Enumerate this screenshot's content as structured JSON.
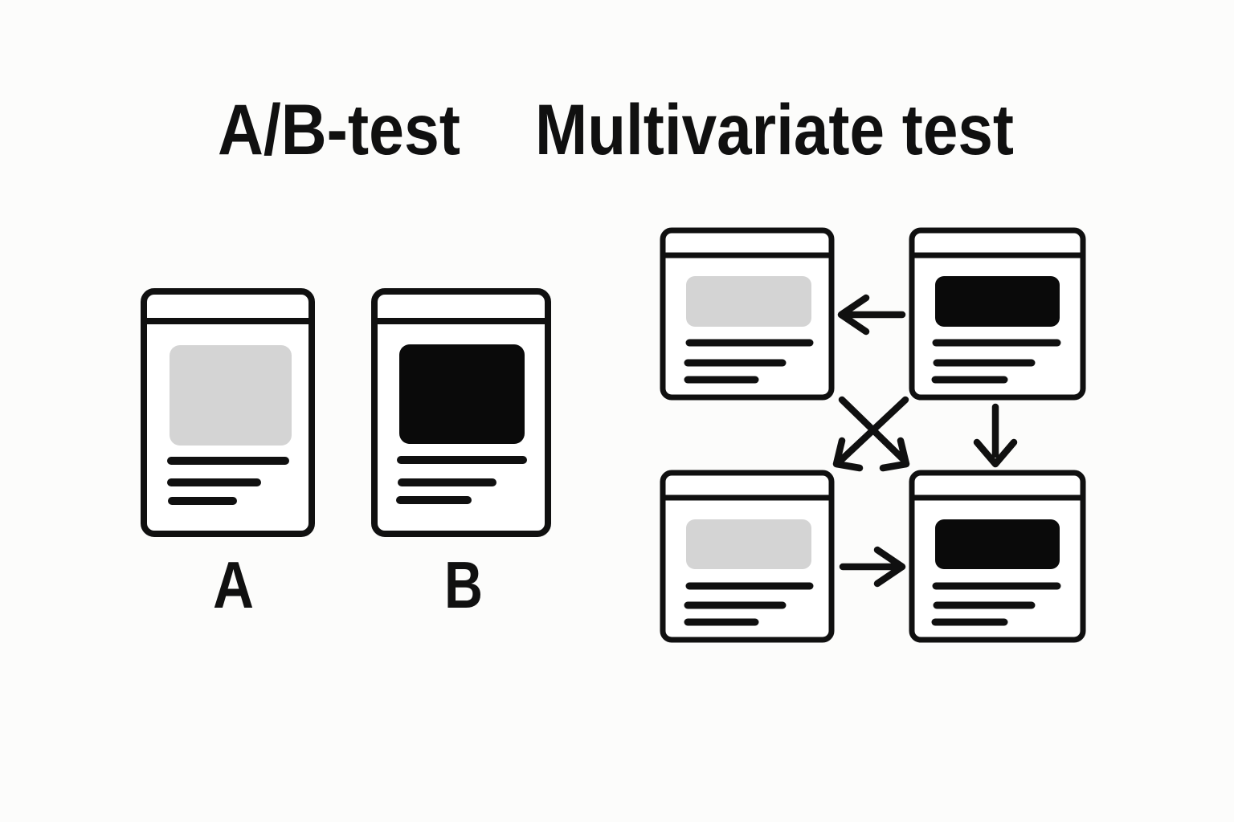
{
  "colors": {
    "background": "#fcfcfb",
    "ink": "#101010",
    "card_fill": "#ffffff",
    "hero_gray": "#d4d4d4",
    "hero_black": "#0a0a0a"
  },
  "ab_section": {
    "title": "A/B-test",
    "variants": [
      {
        "label": "A",
        "hero_style": "light-gray-block"
      },
      {
        "label": "B",
        "hero_style": "black-block"
      }
    ]
  },
  "mv_section": {
    "title": "Multivariate test",
    "cards": [
      {
        "position": "top-left",
        "hero_style": "light-gray-block"
      },
      {
        "position": "top-right",
        "hero_style": "black-block"
      },
      {
        "position": "bottom-left",
        "hero_style": "light-gray-block"
      },
      {
        "position": "bottom-right",
        "hero_style": "black-block"
      }
    ],
    "arrows": [
      {
        "name": "left-arrow",
        "from": "top-right-card",
        "to": "top-left-card"
      },
      {
        "name": "cross-arrow-down-left",
        "from": "top-right-card",
        "to": "bottom-left-card"
      },
      {
        "name": "cross-arrow-down-right",
        "from": "top-left-card",
        "to": "bottom-right-card"
      },
      {
        "name": "down-arrow",
        "from": "top-right-card",
        "to": "bottom-right-card"
      },
      {
        "name": "right-arrow",
        "from": "bottom-left-card",
        "to": "bottom-right-card"
      }
    ]
  }
}
